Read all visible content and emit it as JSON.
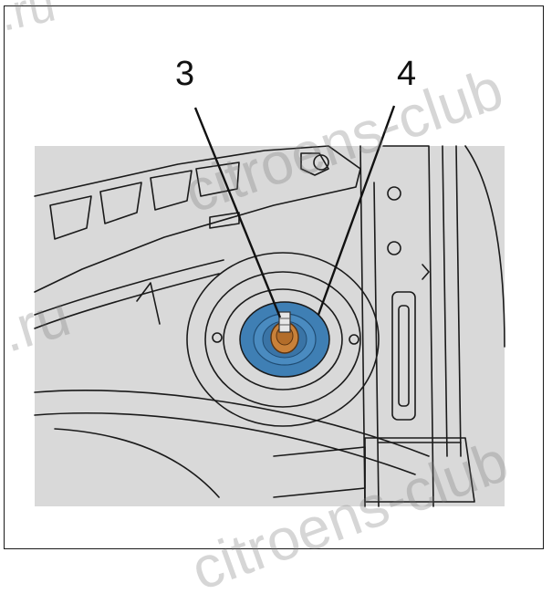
{
  "callouts": {
    "label_3": "3",
    "label_4": "4"
  },
  "watermarks": {
    "top_left": ".ru",
    "top_right": "citroens-club",
    "mid_left": ".ru",
    "bottom_right": "citroens-club"
  },
  "colors": {
    "panel_background": "#d9d9d9",
    "line_art": "#1a1a1a",
    "strut_mount_ring": "#3f7fb4",
    "strut_nut": "#c8813a"
  }
}
